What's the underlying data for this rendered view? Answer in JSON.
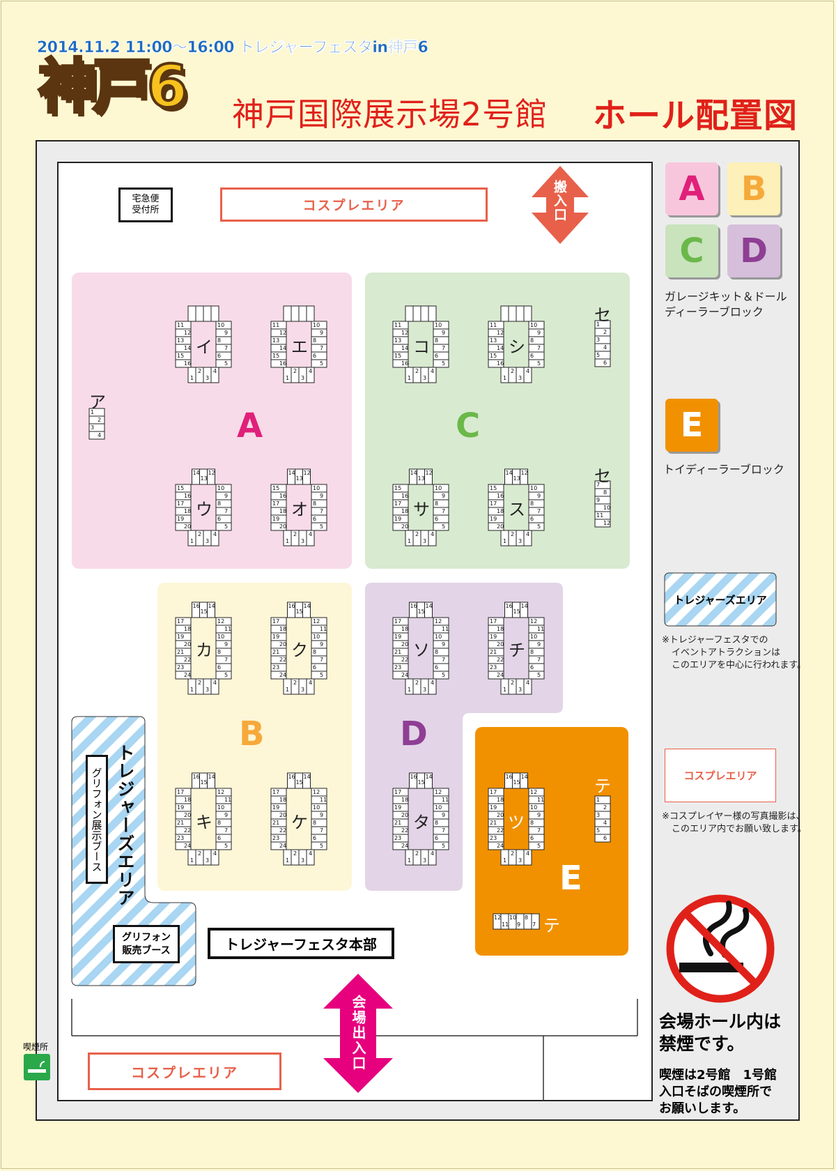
{
  "header": {
    "subtitle": "2014.11.2  11:00〜16:00  トレジャーフェスタin神戸6",
    "logo": "神戸6",
    "venue": "神戸国際展示場2号館",
    "title": "ホール配置図"
  },
  "hall": {
    "delivery": "宅急便\n受付所",
    "cosplay_top": "コスプレエリア",
    "cosplay_bottom": "コスプレエリア",
    "loading": "搬入口",
    "entrance": "会場出入口",
    "hq": "トレジャーフェスタ本部",
    "treasure_area": "トレジャーズエリア",
    "gryphon_display": "グリフォン展示ブース",
    "gryphon_sales_1": "グリフォン",
    "gryphon_sales_2": "販売ブース",
    "smoking_spot": "喫煙所"
  },
  "zones": {
    "A": {
      "label": "A",
      "color": "#f8dbe8",
      "label_color": "#e0207a"
    },
    "B": {
      "label": "B",
      "color": "#fdf6d7",
      "label_color": "#f6a93b"
    },
    "C": {
      "label": "C",
      "color": "#d8ead0",
      "label_color": "#6bb84a"
    },
    "D": {
      "label": "D",
      "color": "#e3d4e7",
      "label_color": "#8e3f94"
    },
    "E": {
      "label": "E",
      "color": "#f19100",
      "label_color": "#ffffff"
    }
  },
  "blocks": {
    "i": "イ",
    "e": "エ",
    "u": "ウ",
    "o": "オ",
    "a": "ア",
    "ko": "コ",
    "shi": "シ",
    "sa": "サ",
    "su": "ス",
    "se1": "セ",
    "se2": "セ",
    "ka": "カ",
    "ku": "ク",
    "ki": "キ",
    "ke": "ケ",
    "so": "ソ",
    "chi": "チ",
    "ta": "タ",
    "tsu": "ツ",
    "te1": "テ",
    "te2": "テ"
  },
  "legend": {
    "abcd_desc_1": "ガレージキット＆ドール",
    "abcd_desc_2": "ディーラーブロック",
    "e_desc": "トイディーラーブロック",
    "treasure_label": "トレジャーズエリア",
    "treasure_note_1": "※トレジャーフェスタでの",
    "treasure_note_2": "イベントアトラクションは",
    "treasure_note_3": "このエリアを中心に行われます。",
    "cosplay_label": "コスプレエリア",
    "cosplay_note_1": "※コスプレイヤー様の写真撮影は、",
    "cosplay_note_2": "このエリア内でお願い致します。",
    "nosmoke_1": "会場ホール内は",
    "nosmoke_2": "禁煙です。",
    "smoke_note_1": "喫煙は2号館　1号館",
    "smoke_note_2": "入口そばの喫煙所で",
    "smoke_note_3": "お願いします。"
  },
  "colors": {
    "cosplay": "#e8604a",
    "magenta": "#e6007e",
    "orange": "#f19100",
    "treasure_stripe": "#a9d6f2"
  }
}
